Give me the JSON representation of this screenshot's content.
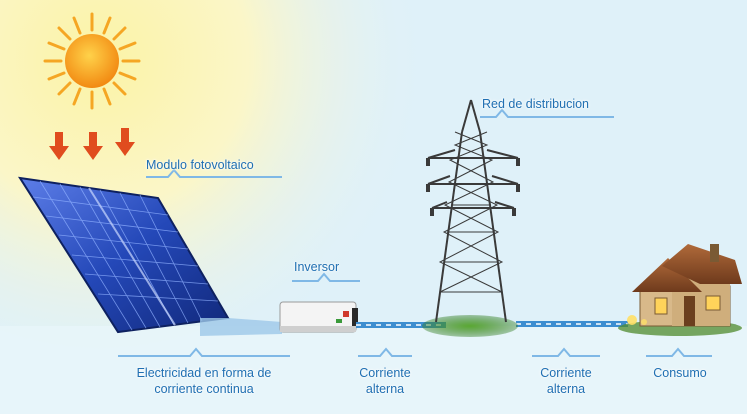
{
  "diagram": {
    "labels": {
      "module": "Modulo fotovoltaico",
      "inverter": "Inversor",
      "grid": "Red de distribucion",
      "dc_line1": "Electricidad en forma de",
      "dc_line2": "corriente continua",
      "ac1_line1": "Corriente",
      "ac1_line2": "alterna",
      "ac2_line1": "Corriente",
      "ac2_line2": "alterna",
      "consumption": "Consumo"
    },
    "icons": [
      "sun-icon",
      "sunlight-arrow-icon",
      "solar-panel-icon",
      "inverter-icon",
      "transmission-tower-icon",
      "house-icon"
    ],
    "colors": {
      "label": "#1f6fb2",
      "sky": "#dff1f9",
      "sun_glow": "#fbf3a6",
      "sun": "#f7931e",
      "arrow": "#e04c1e",
      "panel": "#1c3f9c",
      "cable": "#3d8ed0"
    }
  }
}
